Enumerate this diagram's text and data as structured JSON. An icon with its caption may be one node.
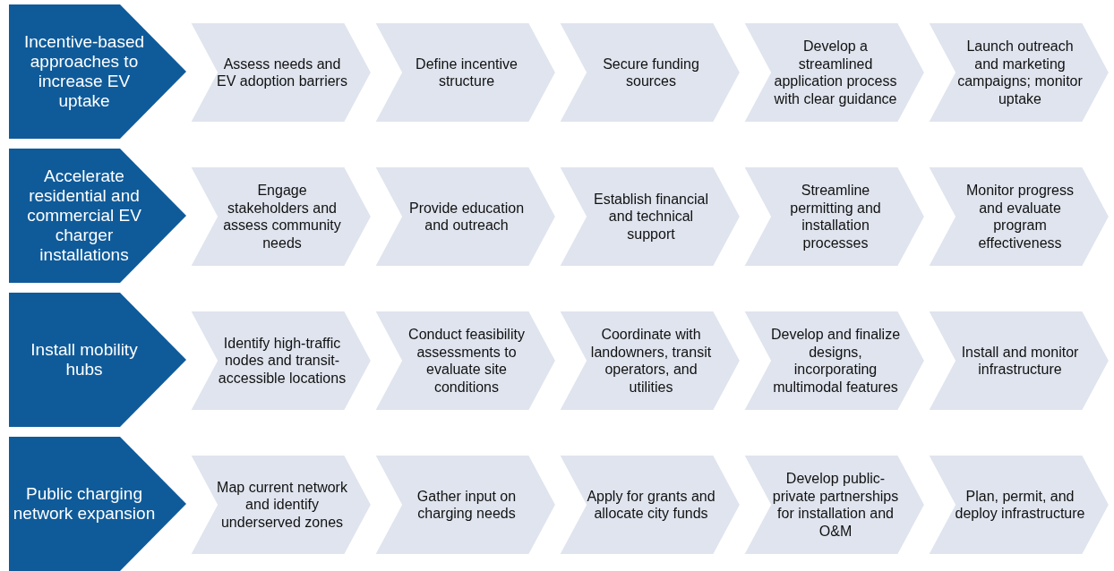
{
  "diagram": {
    "nodes": [
      {
        "text": [
          "Incentive-based approaches to increase EV uptake"
        ]
      },
      {
        "text": [
          "Assess needs and EV adoption barriers"
        ]
      },
      {
        "text": [
          "Define incentive structure"
        ]
      },
      {
        "text": [
          "Secure funding sources"
        ]
      },
      {
        "text": [
          "Develop a streamlined application process with clear guidance"
        ]
      },
      {
        "text": [
          "Launch outreach and marketing campaigns; monitor uptake"
        ]
      },
      {
        "text": [
          "Accelerate residential and commercial EV charger installations"
        ]
      },
      {
        "text": [
          "Engage stakeholders and assess community needs"
        ]
      },
      {
        "text": [
          "Provide education and outreach"
        ]
      },
      {
        "text": [
          "Establish financial and technical support"
        ]
      },
      {
        "text": [
          "Streamline permitting and installation processes"
        ]
      },
      {
        "text": [
          "Monitor progress and evaluate program effectiveness"
        ]
      },
      {
        "text": [
          "Install mobility hubs"
        ]
      },
      {
        "text": [
          "Identify high-traffic nodes and transit-accessible locations"
        ]
      },
      {
        "text": [
          "Conduct feasibility assessments to evaluate site conditions"
        ]
      },
      {
        "text": [
          "Coordinate with landowners, transit operators, and utilities"
        ]
      },
      {
        "text": [
          "Develop and finalize designs, incorporating multimodal features"
        ]
      },
      {
        "text": [
          "Install and monitor infrastructure"
        ]
      },
      {
        "text": [
          "Public charging network expansion"
        ]
      },
      {
        "text": [
          "Map current network and identify underserved zones"
        ]
      },
      {
        "text": [
          "Gather input on charging needs"
        ]
      },
      {
        "text": [
          "Apply for grants and allocate city funds"
        ]
      },
      {
        "text": [
          "Develop public-private partnerships for installation and O&M"
        ]
      },
      {
        "text": [
          "Plan, permit, and deploy infrastructure"
        ]
      }
    ]
  }
}
